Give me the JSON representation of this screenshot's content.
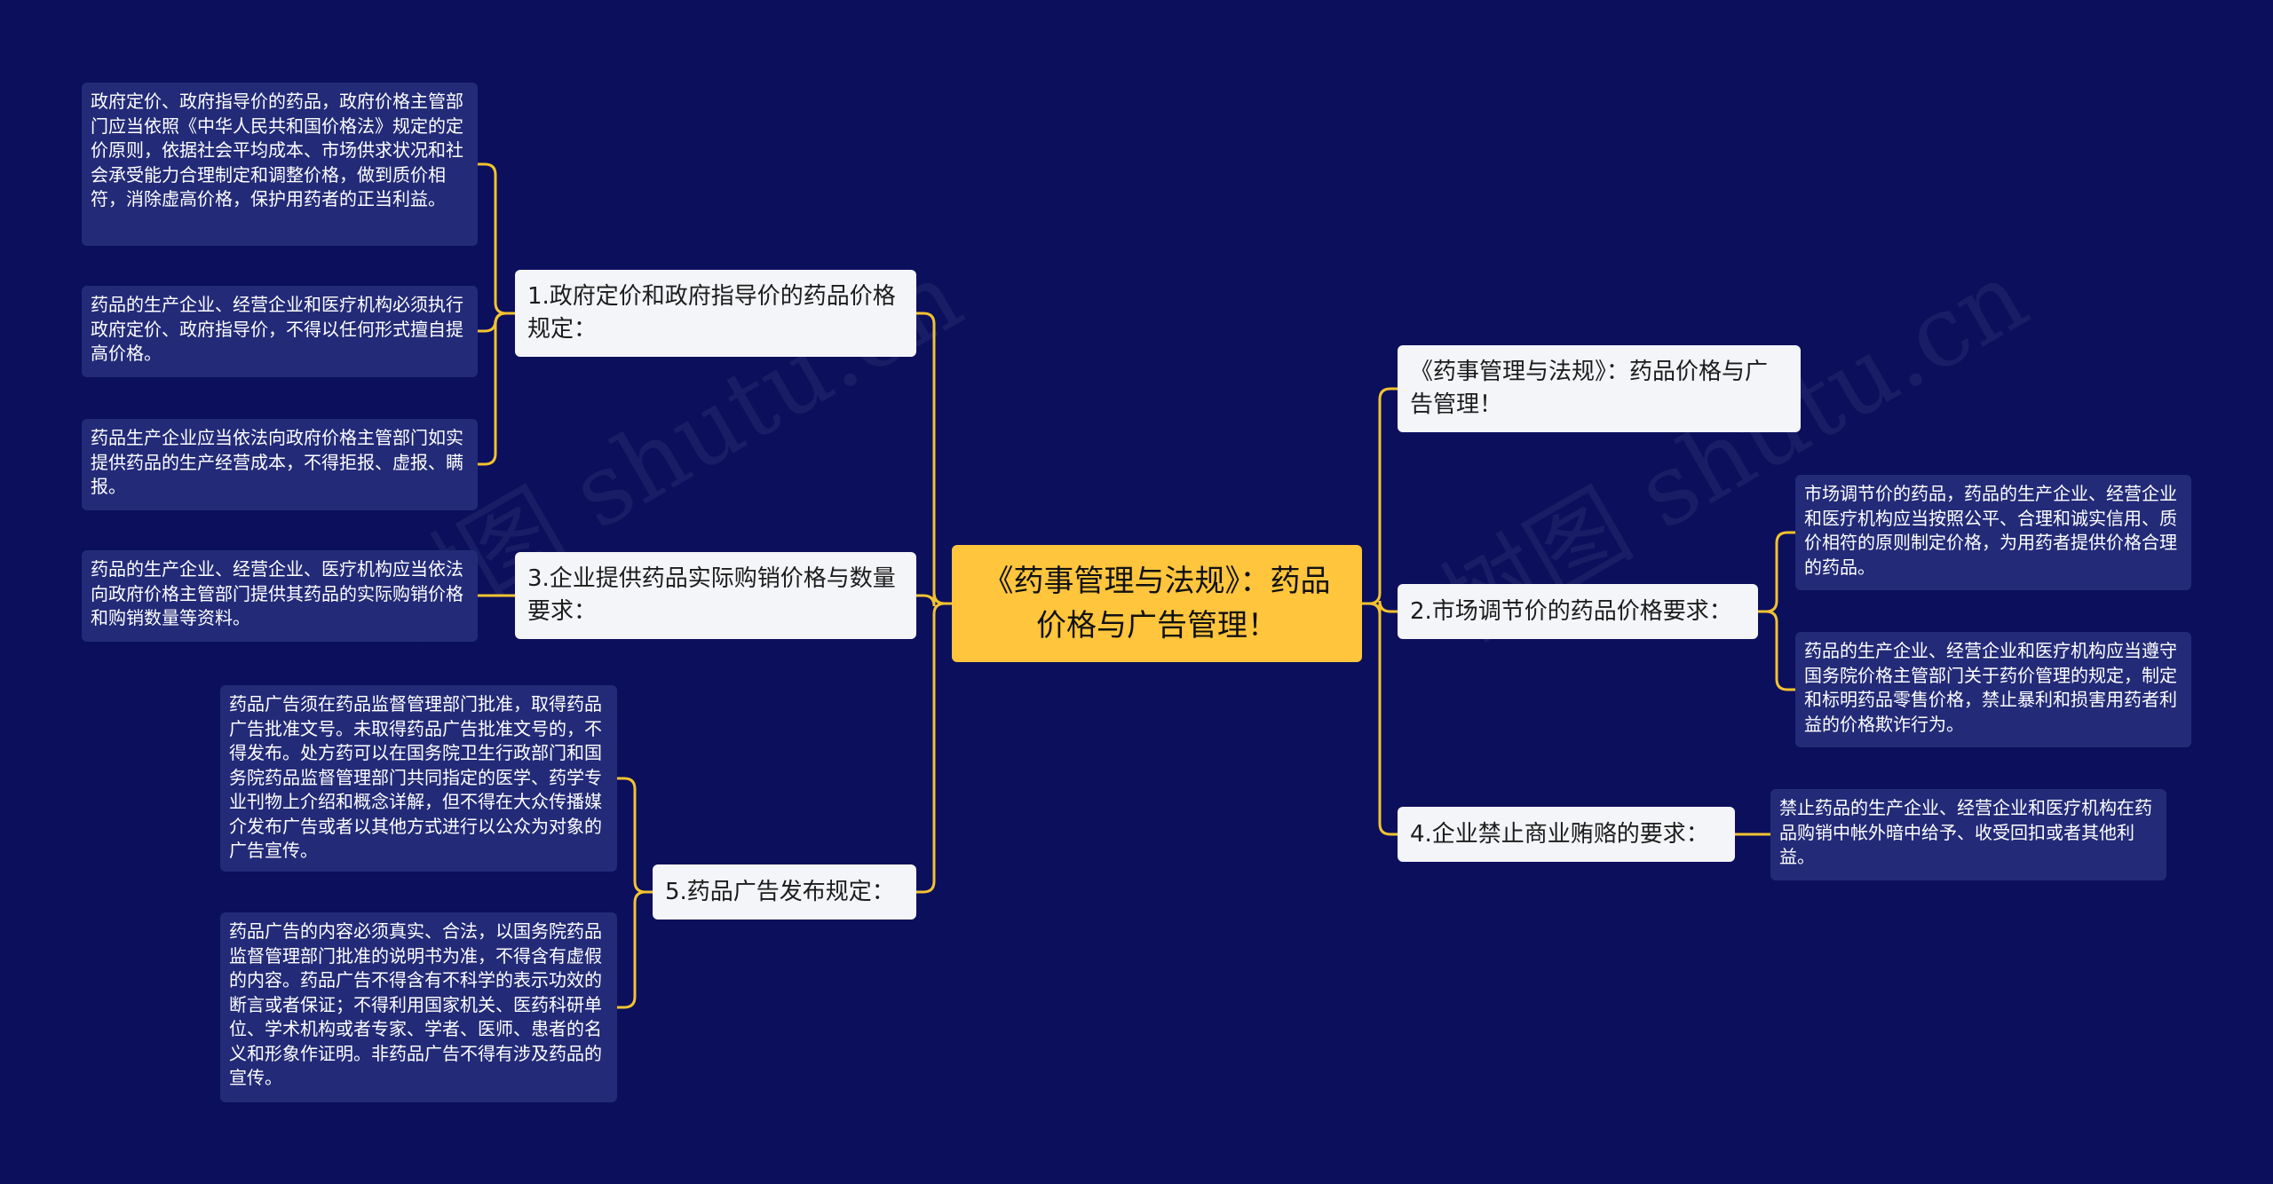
{
  "title": "《药事管理与法规》：药品价格与广告管理！",
  "colors": {
    "background": "#0b0f5c",
    "center_fill": "#ffc53d",
    "branch_fill": "#f4f5f9",
    "leaf_fill": "#232b78",
    "connector": "#f2c230"
  },
  "watermark": "树图 shutu.cn",
  "branches": [
    {
      "label": "1.政府定价和政府指导价的药品价格规定：",
      "children": [
        "政府定价、政府指导价的药品，政府价格主管部门应当依照《中华人民共和国价格法》规定的定价原则，依据社会平均成本、市场供求状况和社会承受能力合理制定和调整价格，做到质价相符，消除虚高价格，保护用药者的正当利益。",
        "药品的生产企业、经营企业和医疗机构必须执行政府定价、政府指导价，不得以任何形式擅自提高价格。",
        "药品生产企业应当依法向政府价格主管部门如实提供药品的生产经营成本，不得拒报、虚报、瞒报。"
      ]
    },
    {
      "label": "3.企业提供药品实际购销价格与数量要求：",
      "children": [
        "药品的生产企业、经营企业、医疗机构应当依法向政府价格主管部门提供其药品的实际购销价格和购销数量等资料。"
      ]
    },
    {
      "label": "5.药品广告发布规定：",
      "children": [
        "药品广告须在药品监督管理部门批准，取得药品广告批准文号。未取得药品广告批准文号的，不得发布。处方药可以在国务院卫生行政部门和国务院药品监督管理部门共同指定的医学、药学专业刊物上介绍和概念详解，但不得在大众传播媒介发布广告或者以其他方式进行以公众为对象的广告宣传。",
        "药品广告的内容必须真实、合法，以国务院药品监督管理部门批准的说明书为准，不得含有虚假的内容。药品广告不得含有不科学的表示功效的断言或者保证；不得利用国家机关、医药科研单位、学术机构或者专家、学者、医师、患者的名义和形象作证明。非药品广告不得有涉及药品的宣传。"
      ]
    },
    {
      "label": "《药事管理与法规》：药品价格与广告管理！",
      "children": []
    },
    {
      "label": "2.市场调节价的药品价格要求：",
      "children": [
        "市场调节价的药品，药品的生产企业、经营企业和医疗机构应当按照公平、合理和诚实信用、质价相符的原则制定价格，为用药者提供价格合理的药品。",
        "药品的生产企业、经营企业和医疗机构应当遵守国务院价格主管部门关于药价管理的规定，制定和标明药品零售价格，禁止暴利和损害用药者利益的价格欺诈行为。"
      ]
    },
    {
      "label": "4.企业禁止商业贿赂的要求：",
      "children": [
        "禁止药品的生产企业、经营企业和医疗机构在药品购销中帐外暗中给予、收受回扣或者其他利益。"
      ]
    }
  ]
}
